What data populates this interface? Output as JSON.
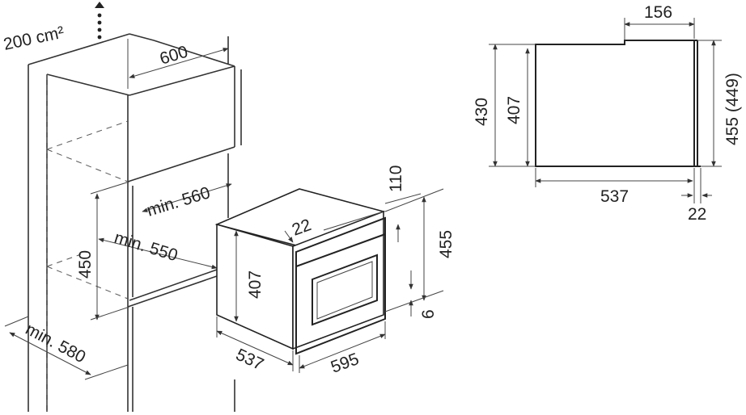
{
  "side_view": {
    "top_depth": "156",
    "height_total": "430",
    "height_inner": "407",
    "height_front": "455 (449)",
    "depth": "537",
    "front_thickness": "22"
  },
  "niche_view": {
    "vent_area": "200 cm²",
    "cabinet_width": "600",
    "min_inner_width": "min. 560",
    "min_depth": "min. 550",
    "niche_height": "450",
    "min_cabinet_depth": "min. 580"
  },
  "oven_view": {
    "top_gap": "110",
    "front_offset": "22",
    "front_height": "455",
    "body_height": "407",
    "bottom_gap": "6",
    "body_depth": "537",
    "front_width": "595"
  }
}
